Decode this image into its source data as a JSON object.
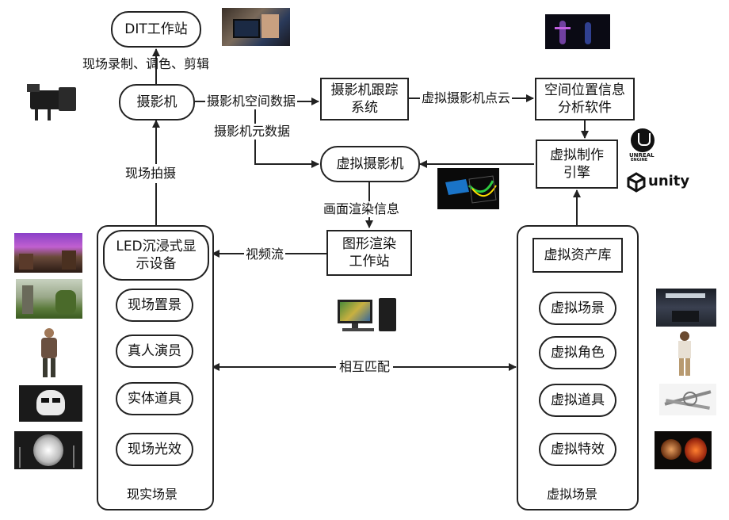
{
  "nodes": {
    "dit": "DIT工作站",
    "camera": "摄影机",
    "tracking": "摄影机跟踪\n系统",
    "spatial": "空间位置信息\n分析软件",
    "virtual_camera": "虚拟摄影机",
    "engine": "虚拟制作\n引擎",
    "render": "图形渲染\n工作站",
    "led": "LED沉浸式显\n示设备",
    "asset_lib": "虚拟资产库",
    "real": [
      "现场置景",
      "真人演员",
      "实体道具",
      "现场光效"
    ],
    "virtual": [
      "虚拟场景",
      "虚拟角色",
      "虚拟道具",
      "虚拟特效"
    ]
  },
  "groups": {
    "real_caption": "现实场景",
    "virtual_caption": "虚拟场景"
  },
  "edges": {
    "onsite_record": "现场录制、调色、剪辑",
    "camera_spatial": "摄影机空间数据",
    "camera_meta": "摄影机元数据",
    "virtual_pointcloud": "虚拟摄影机点云",
    "render_info": "画面渲染信息",
    "video_stream": "视频流",
    "onsite_shoot": "现场拍摄",
    "match": "相互匹配"
  },
  "logos": {
    "unreal": "UNREAL",
    "unreal_sub": "ENGINE",
    "unity": "unity"
  },
  "icons": [
    "camera-photo-icon",
    "dit-photo-icon",
    "motion-capture-icon",
    "virtual-camera-graph-icon",
    "led-wall-photo-icon",
    "set-photo-icon",
    "actor-photo-icon",
    "helmet-photo-icon",
    "light-photo-icon",
    "workstation-icon",
    "virtual-scene-photo-icon",
    "virtual-character-photo-icon",
    "virtual-props-photo-icon",
    "virtual-effects-photo-icon",
    "unreal-logo-icon",
    "unity-logo-icon"
  ],
  "colors": {
    "stroke": "#222222",
    "text": "#111111",
    "background": "#ffffff"
  }
}
